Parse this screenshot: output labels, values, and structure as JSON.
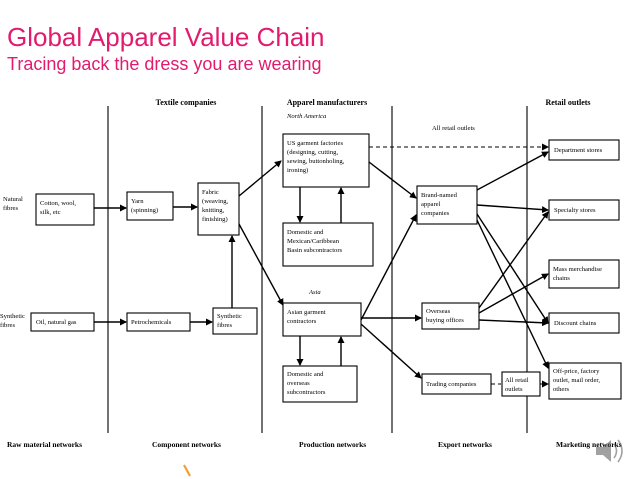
{
  "slide": {
    "title": "Global Apparel Value Chain",
    "subtitle": "Tracing back the dress you are wearing"
  },
  "diagram": {
    "headers": {
      "textile": "Textile companies",
      "apparel": "Apparel manufacturers",
      "retail": "Retail outlets",
      "north_america": "North America",
      "asia": "Asia",
      "all_retail_outlets": "All retail outlets"
    },
    "side_labels": {
      "natural_1": "Natural",
      "natural_2": "fibres",
      "synthetic_1": "Synthetic",
      "synthetic_2": "fibres"
    },
    "boxes": {
      "cotton": [
        "Cotton, wool,",
        "silk, etc"
      ],
      "yarn": [
        "Yarn",
        "(spinning)"
      ],
      "fabric": [
        "Fabric",
        "(weaving,",
        "knitting,",
        "finishing)"
      ],
      "us_factories": [
        "US garment factories",
        "(designing, cutting,",
        "sewing, buttonholing,",
        "ironing)"
      ],
      "domestic_mexican": [
        "Domestic and",
        "Mexican/Caribbean",
        "Basin subcontractors"
      ],
      "brand_named": [
        "Brand-named",
        "apparel",
        "companies"
      ],
      "department": [
        "Department stores"
      ],
      "specialty": [
        "Specialty stores"
      ],
      "mass_merch": [
        "Mass merchandise",
        "chains"
      ],
      "oil_gas": [
        "Oil, natural gas"
      ],
      "petrochemicals": [
        "Petrochemicals"
      ],
      "synthetic_fibres": [
        "Synthetic",
        "fibres"
      ],
      "asian_contractors": [
        "Asian garment",
        "contractors"
      ],
      "overseas_buying": [
        "Overseas",
        "buying offices"
      ],
      "discount": [
        "Discount chains"
      ],
      "domestic_overseas": [
        "Domestic and",
        "overseas",
        "subcontractors"
      ],
      "trading": [
        "Trading companies"
      ],
      "all_retail_small": [
        "All retail",
        "outlets"
      ],
      "off_price": [
        "Off-price, factory",
        "outlet, mail order,",
        "others"
      ]
    },
    "footer": {
      "raw": "Raw material networks",
      "component": "Component networks",
      "production": "Production networks",
      "export": "Export networks",
      "marketing": "Marketing networks"
    }
  },
  "colors": {
    "title": "#e21b6f",
    "speaker_icon": "#555555",
    "pen_mark": "#f0a030"
  },
  "icons": {
    "speaker": "speaker-icon",
    "pen": "pen-mark-icon"
  }
}
